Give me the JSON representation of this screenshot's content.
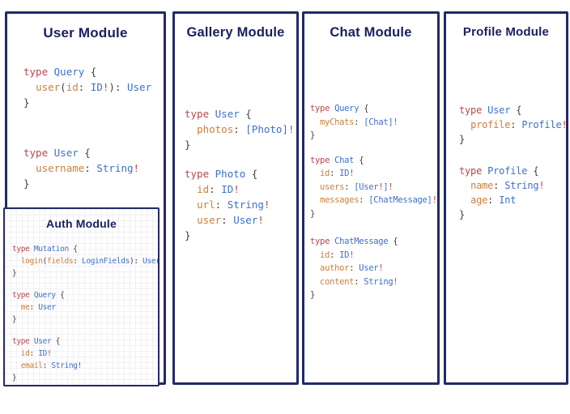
{
  "colors": {
    "panel-border": "#222a66",
    "title": "#1b2060",
    "kw": "#b5494c",
    "ty": "#3e70c4",
    "fd": "#c9803e",
    "pu": "#3f3f42",
    "bg": "#c24747"
  },
  "panels": [
    {
      "title": "User Module",
      "blocks": [
        [
          [
            [
              "kw",
              "type "
            ],
            [
              "ty",
              "Query "
            ],
            [
              "pu",
              "{"
            ]
          ],
          [
            [
              "pu",
              "  "
            ],
            [
              "fd",
              "user"
            ],
            [
              "pu",
              "("
            ],
            [
              "fd",
              "id"
            ],
            [
              "pu",
              ": "
            ],
            [
              "ty",
              "ID"
            ],
            [
              "bg",
              "!"
            ],
            [
              "pu",
              "): "
            ],
            [
              "ty",
              "User"
            ]
          ],
          [
            [
              "pu",
              "}"
            ]
          ]
        ],
        [
          [
            [
              "kw",
              "type "
            ],
            [
              "ty",
              "User "
            ],
            [
              "pu",
              "{"
            ]
          ],
          [
            [
              "pu",
              "  "
            ],
            [
              "fd",
              "username"
            ],
            [
              "pu",
              ": "
            ],
            [
              "ty",
              "String"
            ],
            [
              "bg",
              "!"
            ]
          ],
          [
            [
              "pu",
              "}"
            ]
          ]
        ]
      ]
    },
    {
      "title": "Gallery Module",
      "blocks": [
        [
          [
            [
              "kw",
              "type "
            ],
            [
              "ty",
              "User "
            ],
            [
              "pu",
              "{"
            ]
          ],
          [
            [
              "pu",
              "  "
            ],
            [
              "fd",
              "photos"
            ],
            [
              "pu",
              ": "
            ],
            [
              "ty",
              "[Photo]"
            ],
            [
              "bg",
              "!"
            ]
          ],
          [
            [
              "pu",
              "}"
            ]
          ]
        ],
        [
          [
            [
              "kw",
              "type "
            ],
            [
              "ty",
              "Photo "
            ],
            [
              "pu",
              "{"
            ]
          ],
          [
            [
              "pu",
              "  "
            ],
            [
              "fd",
              "id"
            ],
            [
              "pu",
              ": "
            ],
            [
              "ty",
              "ID"
            ],
            [
              "bg",
              "!"
            ]
          ],
          [
            [
              "pu",
              "  "
            ],
            [
              "fd",
              "url"
            ],
            [
              "pu",
              ": "
            ],
            [
              "ty",
              "String"
            ],
            [
              "bg",
              "!"
            ]
          ],
          [
            [
              "pu",
              "  "
            ],
            [
              "fd",
              "user"
            ],
            [
              "pu",
              ": "
            ],
            [
              "ty",
              "User"
            ],
            [
              "bg",
              "!"
            ]
          ],
          [
            [
              "pu",
              "}"
            ]
          ]
        ]
      ]
    },
    {
      "title": "Chat Module",
      "blocks": [
        [
          [
            [
              "kw",
              "type "
            ],
            [
              "ty",
              "Query "
            ],
            [
              "pu",
              "{"
            ]
          ],
          [
            [
              "pu",
              "  "
            ],
            [
              "fd",
              "myChats"
            ],
            [
              "pu",
              ": "
            ],
            [
              "ty",
              "[Chat]"
            ],
            [
              "bg",
              "!"
            ]
          ],
          [
            [
              "pu",
              "}"
            ]
          ]
        ],
        [
          [
            [
              "kw",
              "type "
            ],
            [
              "ty",
              "Chat "
            ],
            [
              "pu",
              "{"
            ]
          ],
          [
            [
              "pu",
              "  "
            ],
            [
              "fd",
              "id"
            ],
            [
              "pu",
              ": "
            ],
            [
              "ty",
              "ID"
            ],
            [
              "bg",
              "!"
            ]
          ],
          [
            [
              "pu",
              "  "
            ],
            [
              "fd",
              "users"
            ],
            [
              "pu",
              ": "
            ],
            [
              "ty",
              "[User"
            ],
            [
              "bg",
              "!"
            ],
            [
              "ty",
              "]"
            ],
            [
              "bg",
              "!"
            ]
          ],
          [
            [
              "pu",
              "  "
            ],
            [
              "fd",
              "messages"
            ],
            [
              "pu",
              ": "
            ],
            [
              "ty",
              "[ChatMessage]"
            ],
            [
              "bg",
              "!"
            ]
          ],
          [
            [
              "pu",
              "}"
            ]
          ]
        ],
        [
          [
            [
              "kw",
              "type "
            ],
            [
              "ty",
              "ChatMessage "
            ],
            [
              "pu",
              "{"
            ]
          ],
          [
            [
              "pu",
              "  "
            ],
            [
              "fd",
              "id"
            ],
            [
              "pu",
              ": "
            ],
            [
              "ty",
              "ID"
            ],
            [
              "bg",
              "!"
            ]
          ],
          [
            [
              "pu",
              "  "
            ],
            [
              "fd",
              "author"
            ],
            [
              "pu",
              ": "
            ],
            [
              "ty",
              "User"
            ],
            [
              "bg",
              "!"
            ]
          ],
          [
            [
              "pu",
              "  "
            ],
            [
              "fd",
              "content"
            ],
            [
              "pu",
              ": "
            ],
            [
              "ty",
              "String"
            ],
            [
              "bg",
              "!"
            ]
          ],
          [
            [
              "pu",
              "}"
            ]
          ]
        ]
      ]
    },
    {
      "title": "Profile Module",
      "blocks": [
        [
          [
            [
              "kw",
              "type "
            ],
            [
              "ty",
              "User "
            ],
            [
              "pu",
              "{"
            ]
          ],
          [
            [
              "pu",
              "  "
            ],
            [
              "fd",
              "profile"
            ],
            [
              "pu",
              ": "
            ],
            [
              "ty",
              "Profile"
            ],
            [
              "bg",
              "!"
            ]
          ],
          [
            [
              "pu",
              "}"
            ]
          ]
        ],
        [
          [
            [
              "kw",
              "type "
            ],
            [
              "ty",
              "Profile "
            ],
            [
              "pu",
              "{"
            ]
          ],
          [
            [
              "pu",
              "  "
            ],
            [
              "fd",
              "name"
            ],
            [
              "pu",
              ": "
            ],
            [
              "ty",
              "String"
            ],
            [
              "bg",
              "!"
            ]
          ],
          [
            [
              "pu",
              "  "
            ],
            [
              "fd",
              "age"
            ],
            [
              "pu",
              ": "
            ],
            [
              "ty",
              "Int"
            ]
          ],
          [
            [
              "pu",
              "}"
            ]
          ]
        ]
      ]
    }
  ],
  "auth": {
    "title": "Auth Module",
    "blocks": [
      [
        [
          [
            "kw",
            "type "
          ],
          [
            "ty",
            "Mutation "
          ],
          [
            "pu",
            "{"
          ]
        ],
        [
          [
            "pu",
            "  "
          ],
          [
            "fd",
            "login"
          ],
          [
            "pu",
            "("
          ],
          [
            "fd",
            "fields"
          ],
          [
            "pu",
            ": "
          ],
          [
            "ty",
            "LoginFields"
          ],
          [
            "pu",
            "): "
          ],
          [
            "ty",
            "User"
          ]
        ],
        [
          [
            "pu",
            "}"
          ]
        ]
      ],
      [
        [
          [
            "kw",
            "type "
          ],
          [
            "ty",
            "Query "
          ],
          [
            "pu",
            "{"
          ]
        ],
        [
          [
            "pu",
            "  "
          ],
          [
            "fd",
            "me"
          ],
          [
            "pu",
            ": "
          ],
          [
            "ty",
            "User"
          ]
        ],
        [
          [
            "pu",
            "}"
          ]
        ]
      ],
      [
        [
          [
            "kw",
            "type "
          ],
          [
            "ty",
            "User "
          ],
          [
            "pu",
            "{"
          ]
        ],
        [
          [
            "pu",
            "  "
          ],
          [
            "fd",
            "id"
          ],
          [
            "pu",
            ": "
          ],
          [
            "ty",
            "ID"
          ],
          [
            "bg",
            "!"
          ]
        ],
        [
          [
            "pu",
            "  "
          ],
          [
            "fd",
            "email"
          ],
          [
            "pu",
            ": "
          ],
          [
            "ty",
            "String"
          ],
          [
            "bg",
            "!"
          ]
        ],
        [
          [
            "pu",
            "}"
          ]
        ]
      ]
    ]
  }
}
